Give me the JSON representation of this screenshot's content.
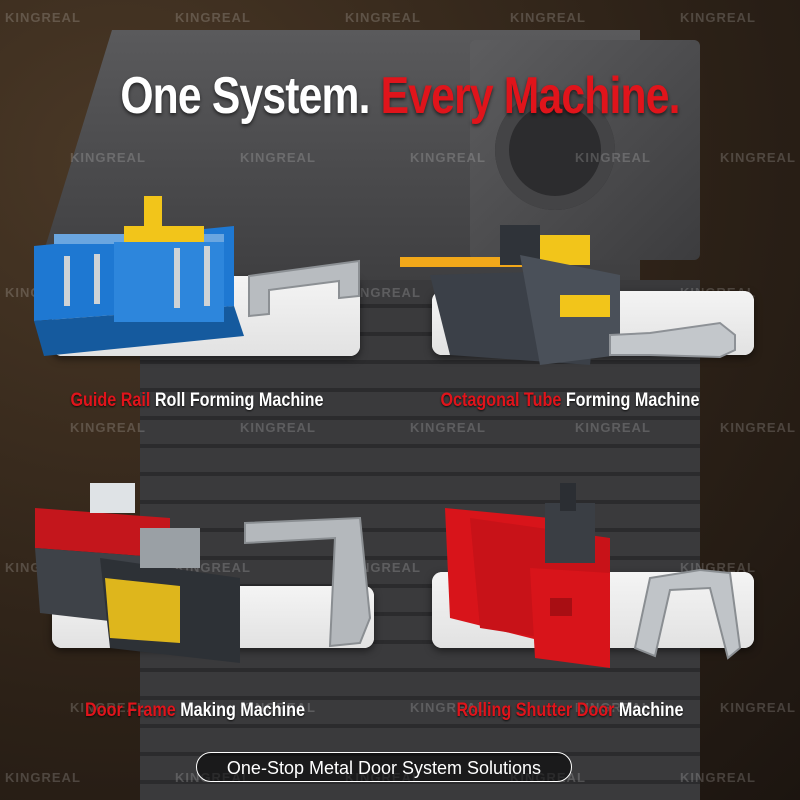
{
  "headline": {
    "part1": "One System.",
    "part2": "Every Machine."
  },
  "watermark": "KINGREAL",
  "products": [
    {
      "name_red": "Guide Rail",
      "name_white": "Roll Forming Machine"
    },
    {
      "name_red": "Octagonal Tube",
      "name_white": "Forming Machine"
    },
    {
      "name_red": "Door Frame",
      "name_white": "Making Machine"
    },
    {
      "name_red": "Rolling Shutter Door",
      "name_white": "Machine"
    }
  ],
  "footer": {
    "label": "One-Stop Metal Door System Solutions"
  },
  "colors": {
    "accent_red": "#e0141b",
    "machine_blue": "#1e78d2",
    "machine_yellow": "#f2c51a",
    "machine_red": "#d8141a"
  }
}
